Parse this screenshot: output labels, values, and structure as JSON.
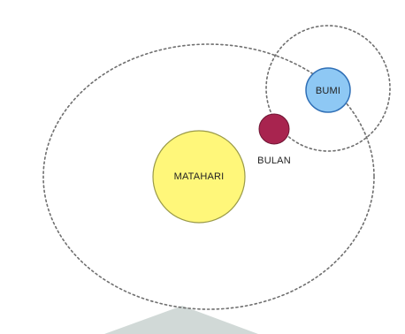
{
  "bodies": {
    "sun": {
      "label": "MATAHARI",
      "color": "#FFF77A",
      "stroke": "#9A9A48"
    },
    "earth": {
      "label": "BUMI",
      "color": "#8EC8F4",
      "stroke": "#2F6FB6"
    },
    "moon": {
      "label": "BULAN",
      "color": "#A8244F",
      "stroke": "#6E1533"
    }
  },
  "colors": {
    "orbit": "#6F6F6F",
    "watermark": "#C9D2D0"
  },
  "icons": {
    "watermark": "up-arrow-watermark"
  }
}
